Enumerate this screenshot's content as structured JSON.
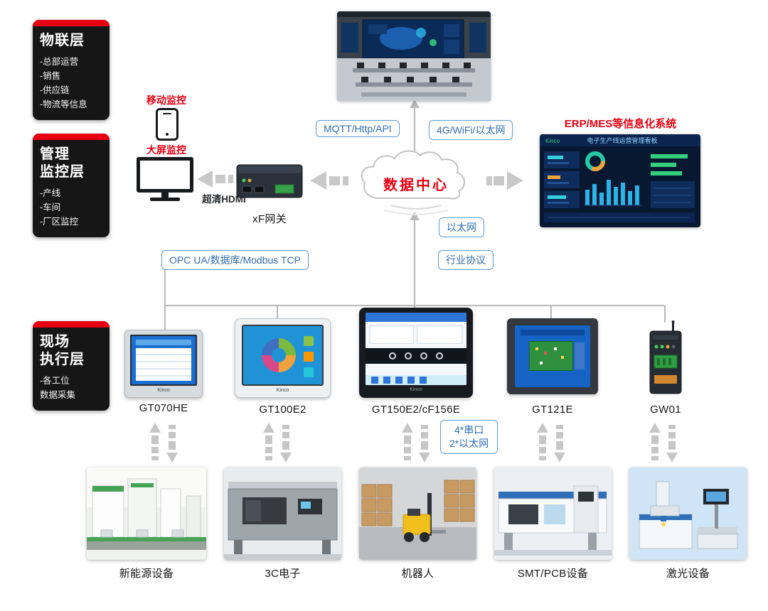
{
  "brand": "Kinco",
  "layer_boxes": {
    "iot": {
      "title": "物联层",
      "items": [
        "-总部运营",
        "-销售",
        "-供应链",
        "-物流等信息"
      ]
    },
    "management": {
      "title1": "管理",
      "title2": "监控层",
      "items": [
        "-产线",
        "-车间",
        "-厂区监控"
      ]
    },
    "field": {
      "title1": "现场",
      "title2": "执行层",
      "items": [
        "-各工位",
        "数据采集"
      ]
    }
  },
  "cloud": {
    "label": "数据中心"
  },
  "links": {
    "mqtt": "MQTT/Http/API",
    "wifi": "4G/WiFi/以太网",
    "ethernet": "以太网",
    "industry": "行业协议",
    "opcua": "OPC UA/数据库/Modbus TCP",
    "serial1": "4*串口",
    "serial2": "2*以太网"
  },
  "left_branch": {
    "mobile": "移动监控",
    "bigscreen": "大屏监控",
    "hdmi": "超清HDMI",
    "gateway": "xF网关"
  },
  "erp": {
    "title": "ERP/MES等信息化系统",
    "board_title": "电子生产线运营管理看板"
  },
  "devices": [
    "GT070HE",
    "GT100E2",
    "GT150E2/cF156E",
    "GT121E",
    "GW01"
  ],
  "equipment": [
    "新能源设备",
    "3C电子",
    "机器人",
    "SMT/PCB设备",
    "激光设备"
  ],
  "colors": {
    "accent_red": "#e60012",
    "link_blue": "#2f6eb5",
    "line_gray": "#b9b9b9"
  }
}
